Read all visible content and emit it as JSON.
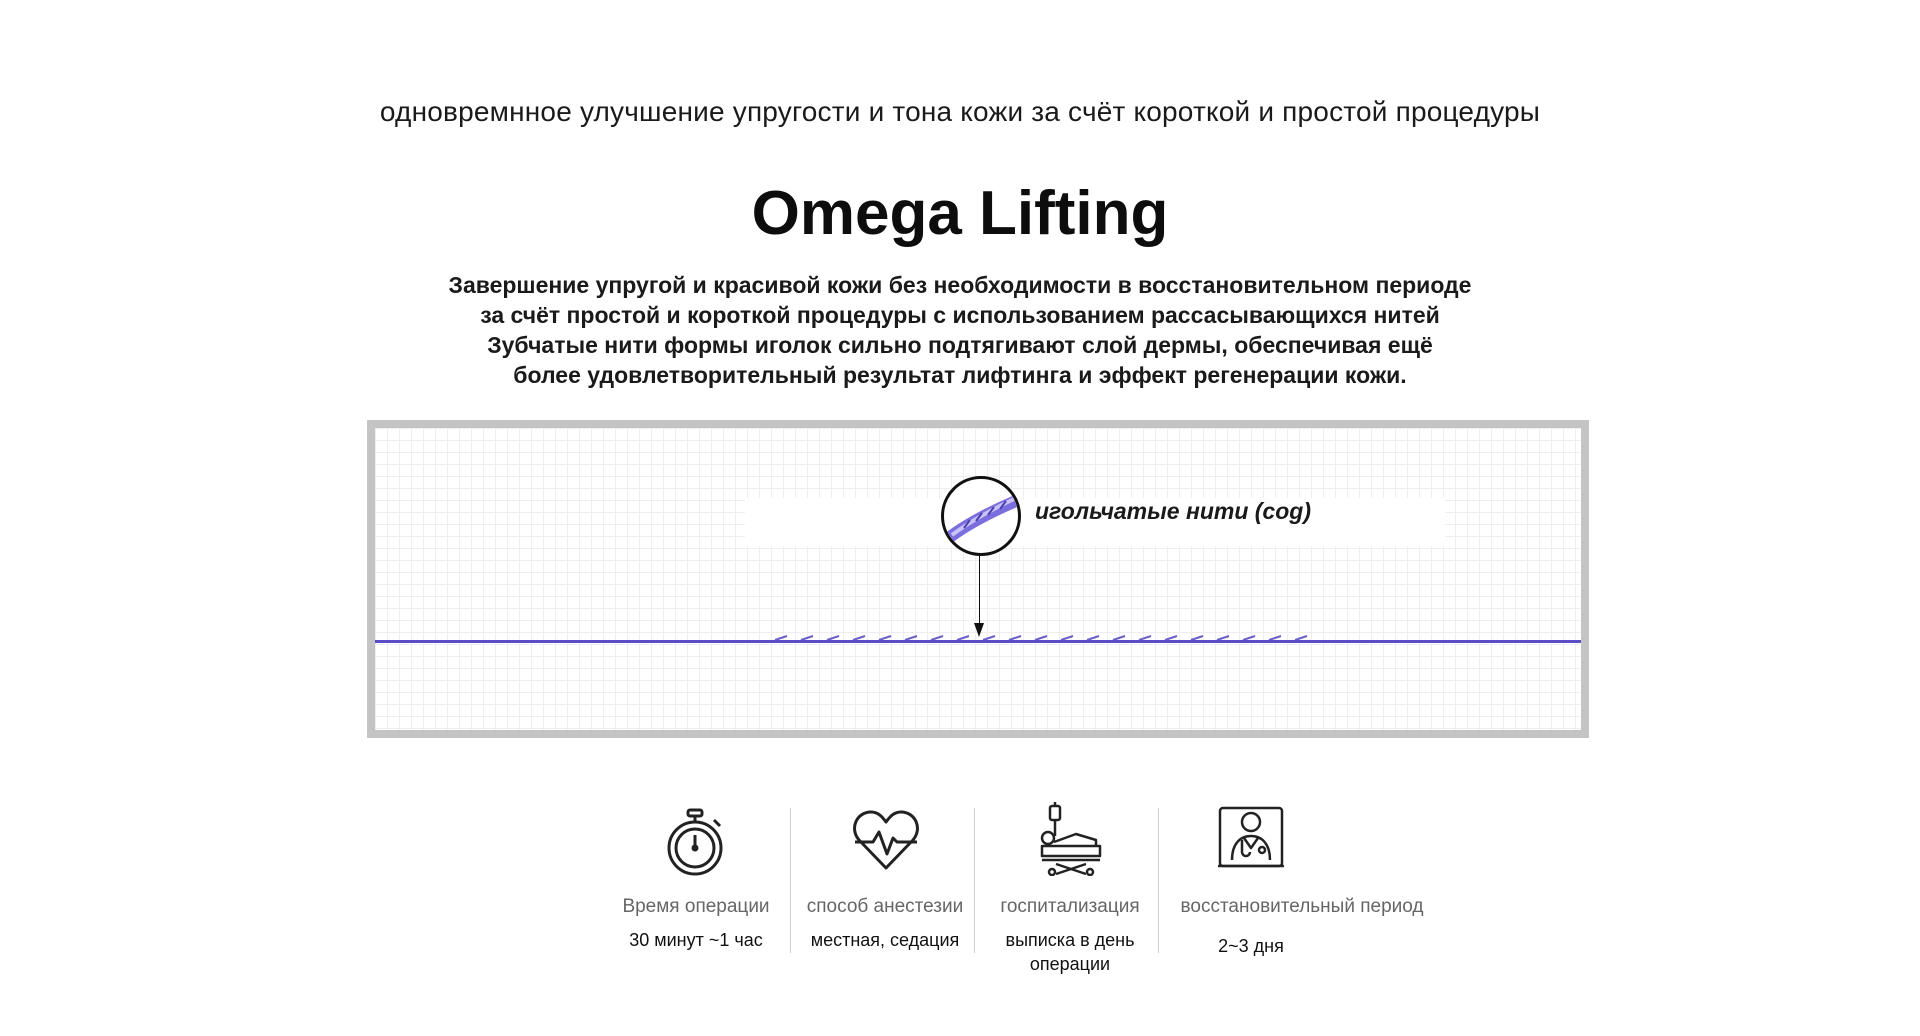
{
  "tagline": "одновремнное улучшение упругости и тона кожи за счёт короткой и простой процедуры",
  "title": "Omega Lifting",
  "description": [
    "Завершение упругой и красивой кожи без необходимости в восстановительном периоде",
    "за счёт простой и короткой процедуры с использованием рассасывающихся нитей",
    "Зубчатые нити формы иголок сильно подтягивают слой дермы, обеспечивая ещё",
    "более удовлетворительный результат лифтинга и эффект регенерации кожи."
  ],
  "diagram": {
    "callout_label": "игольчатые нити (cog)",
    "thread_color": "#5a4fc9",
    "frame_color": "#c4c4c4"
  },
  "stats": [
    {
      "icon": "stopwatch-icon",
      "label": "Время операции",
      "value": "30 минут ~1 час"
    },
    {
      "icon": "heartbeat-icon",
      "label": "способ анестезии",
      "value": "местная, седация"
    },
    {
      "icon": "hospital-bed-icon",
      "label": "госпитализация",
      "value_lines": [
        "выписка в день",
        "операции"
      ]
    },
    {
      "icon": "doctor-monitor-icon",
      "label": "восстановительный период",
      "value": "2~3 дня"
    }
  ]
}
